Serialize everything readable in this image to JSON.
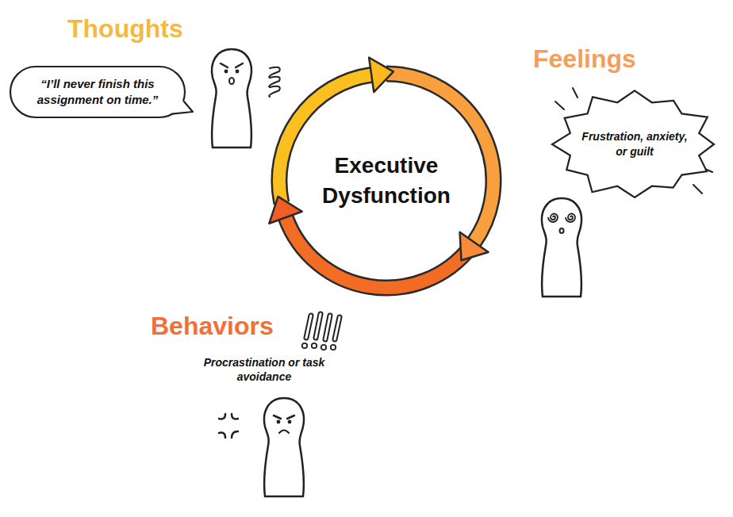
{
  "diagram": {
    "nodes": [
      {
        "text": [
          "“I’ll never finish this assignment on time.”"
        ]
      },
      {
        "text": [
          "Executive Dysfunction"
        ]
      },
      {
        "text": [
          "Frustration, anxiety, or guilt"
        ]
      }
    ],
    "labels": [
      "Thoughts",
      "Feelings",
      "Behaviors",
      "Procrastination or task avoidance"
    ]
  }
}
